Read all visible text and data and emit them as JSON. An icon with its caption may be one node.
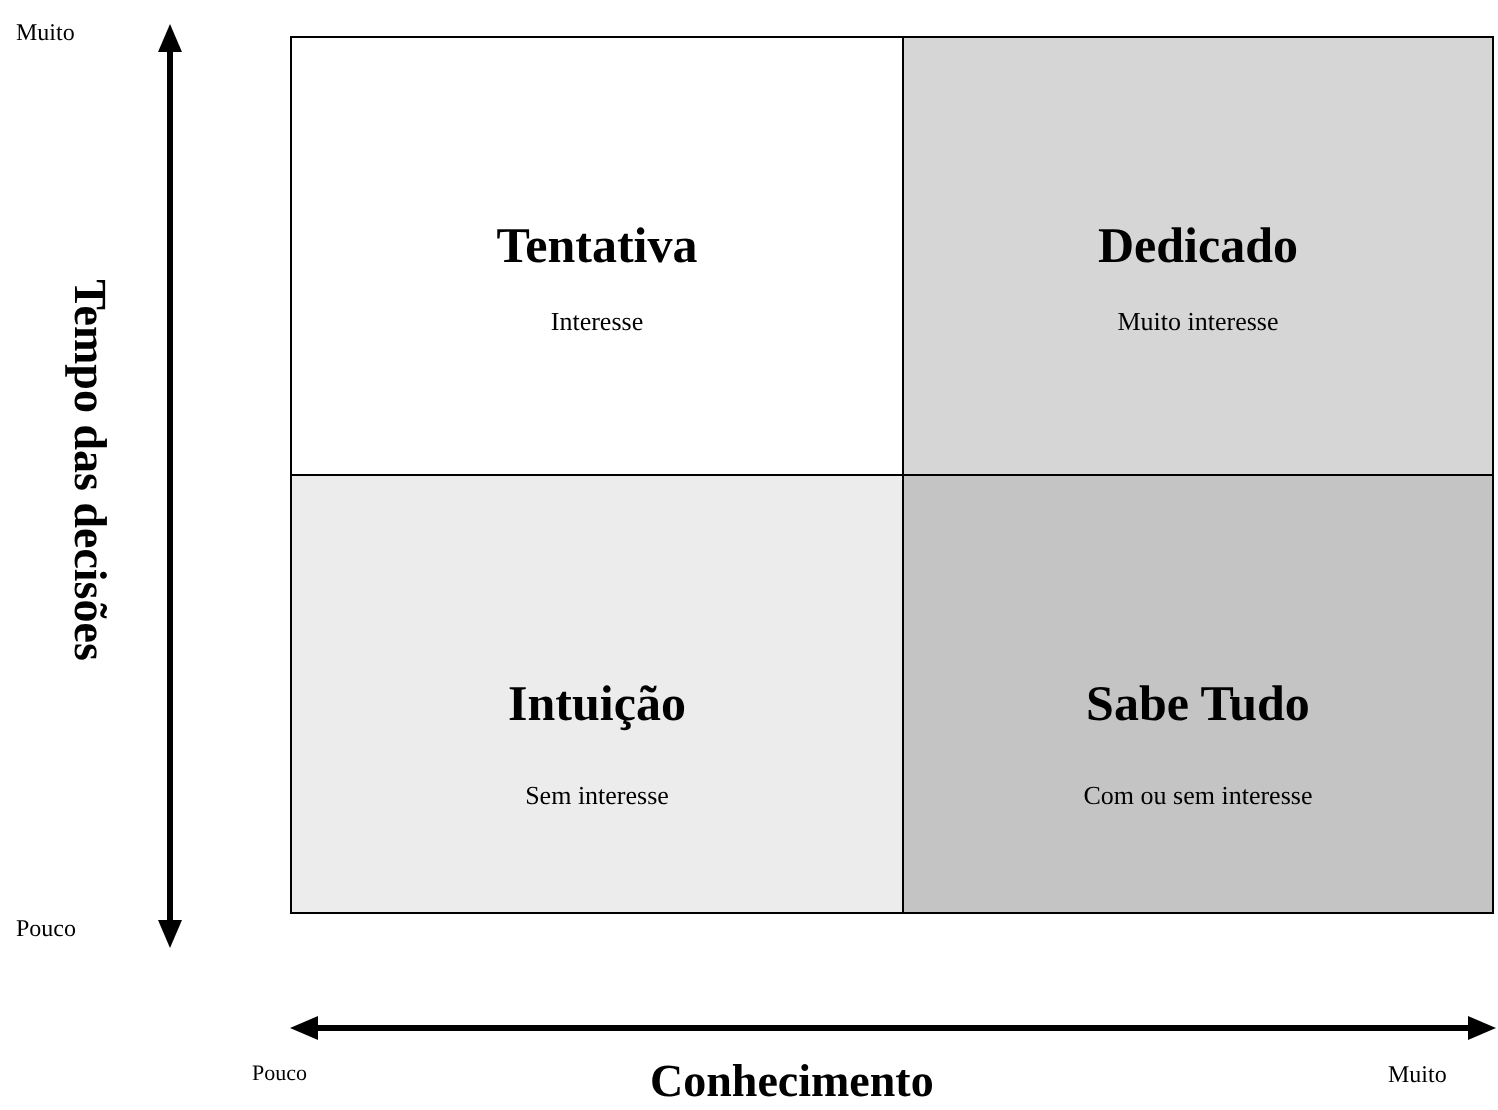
{
  "diagram": {
    "nodes": [
      {
        "text": [
          "Tentativa",
          "Interesse"
        ]
      },
      {
        "text": [
          "Dedicado",
          "Muito interesse"
        ]
      },
      {
        "text": [
          "Intuição",
          "Sem interesse"
        ]
      },
      {
        "text": [
          "Sabe Tudo",
          "Com ou sem interesse"
        ]
      }
    ],
    "labels": [
      "Muito",
      "Tempo das decisões",
      "Pouco",
      "Pouco",
      "Conhecimento",
      "Muito"
    ]
  }
}
